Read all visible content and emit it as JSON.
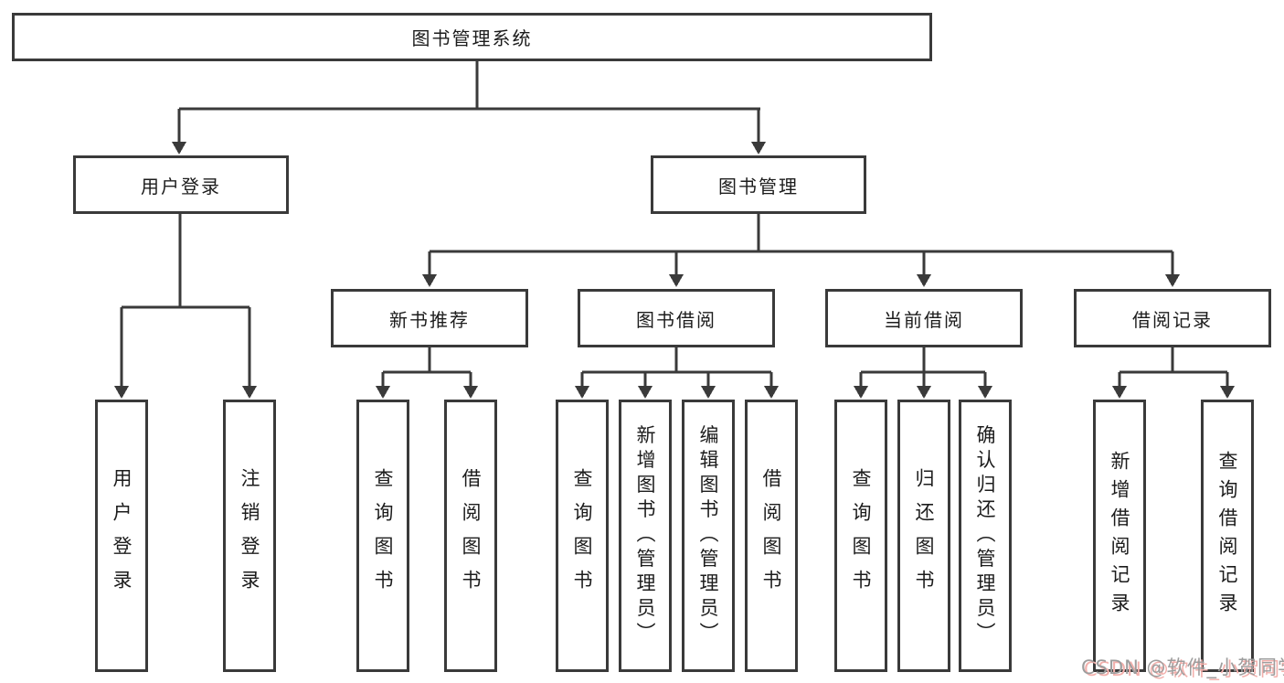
{
  "diagram": {
    "title": "图书管理系统",
    "level2": {
      "user_login": "用户登录",
      "book_mgmt": "图书管理"
    },
    "level3": {
      "new_books": "新书推荐",
      "book_borrow": "图书借阅",
      "current_borrow": "当前借阅",
      "borrow_records": "借阅记录"
    },
    "leaves": {
      "user_login": [
        "用户登录",
        "注销登录"
      ],
      "new_books": [
        "查询图书",
        "借阅图书"
      ],
      "book_borrow": [
        "查询图书",
        "新增图书（管理员）",
        "编辑图书（管理员）",
        "借阅图书"
      ],
      "current_borrow": [
        "查询图书",
        "归还图书",
        "确认归还（管理员）"
      ],
      "borrow_records": [
        "新增借阅记录",
        "查询借阅记录"
      ]
    }
  },
  "watermark": "CSDN @软件_小贺同学",
  "colors": {
    "line": "#3a3a3a",
    "text": "#1c1c1c",
    "background": "#ffffff",
    "watermark_gray": "#9d9d9d",
    "watermark_red": "#f3b0ac"
  }
}
